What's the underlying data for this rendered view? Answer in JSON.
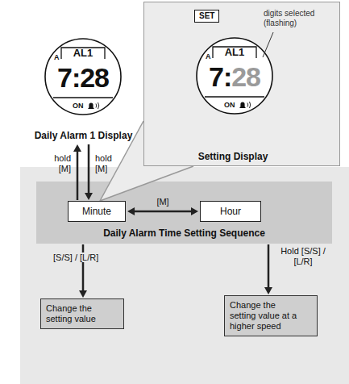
{
  "diagram": {
    "nodes": [
      {
        "text": [
          "A",
          "AL1",
          "7:28",
          "ON",
          "Daily Alarm 1 Display"
        ]
      },
      {
        "text": [
          "Setting Display"
        ]
      },
      {
        "text": [
          "A",
          "AL1",
          "7:",
          "28",
          "ON"
        ],
        "in": 1
      },
      {
        "text": [
          "SET"
        ],
        "in": 1
      },
      {
        "text": [
          "Daily Alarm Time Setting Sequence"
        ]
      },
      {
        "text": [
          "Minute"
        ],
        "in": 4
      },
      {
        "text": [
          "Hour"
        ],
        "in": 4
      },
      {
        "text": [
          "Change the setting value"
        ]
      },
      {
        "text": [
          "Change the setting value at a higher speed"
        ]
      }
    ],
    "edges": [
      {
        "from": 0,
        "to": 5,
        "arrow": "to",
        "label": "hold [M]"
      },
      {
        "from": 5,
        "to": 0,
        "arrow": "to",
        "label": "hold [M]"
      },
      {
        "from": 5,
        "to": 6,
        "arrow": "both",
        "label": "[M]"
      },
      {
        "from": 1,
        "to": 5,
        "arrow": "none"
      },
      {
        "from": 4,
        "to": 7,
        "arrow": "to",
        "label": "[S/S] / [L/R]"
      },
      {
        "from": 4,
        "to": 8,
        "arrow": "to",
        "label": "Hold [S/S] / [L/R]"
      }
    ],
    "labels": [
      "digits selected (flashing)"
    ]
  }
}
